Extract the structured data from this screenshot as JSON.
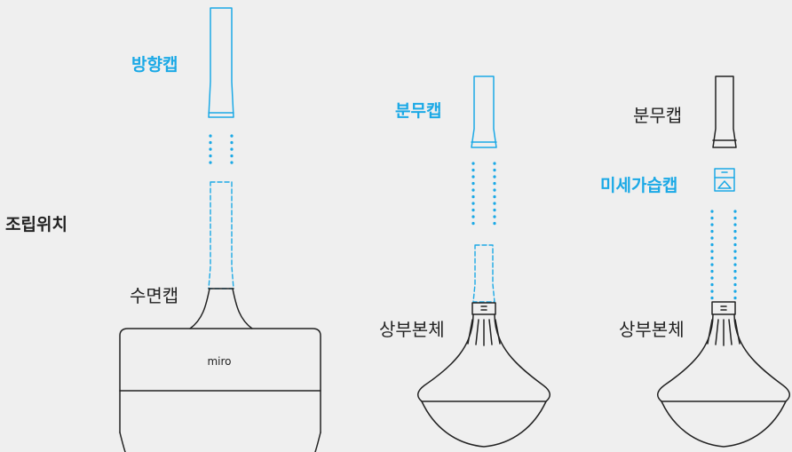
{
  "labels": {
    "assembly_position": "조립위치",
    "directional_cap": "방향캡",
    "water_surface_cap": "수면캡",
    "spray_cap_1": "분무캡",
    "upper_body_1": "상부본체",
    "spray_cap_2": "분무캡",
    "fine_humidifier_cap": "미세가습캡",
    "upper_body_2": "상부본체"
  },
  "brand": "miro",
  "colors": {
    "accent": "#1ba9e6",
    "line": "#222222",
    "background": "#efefef"
  }
}
